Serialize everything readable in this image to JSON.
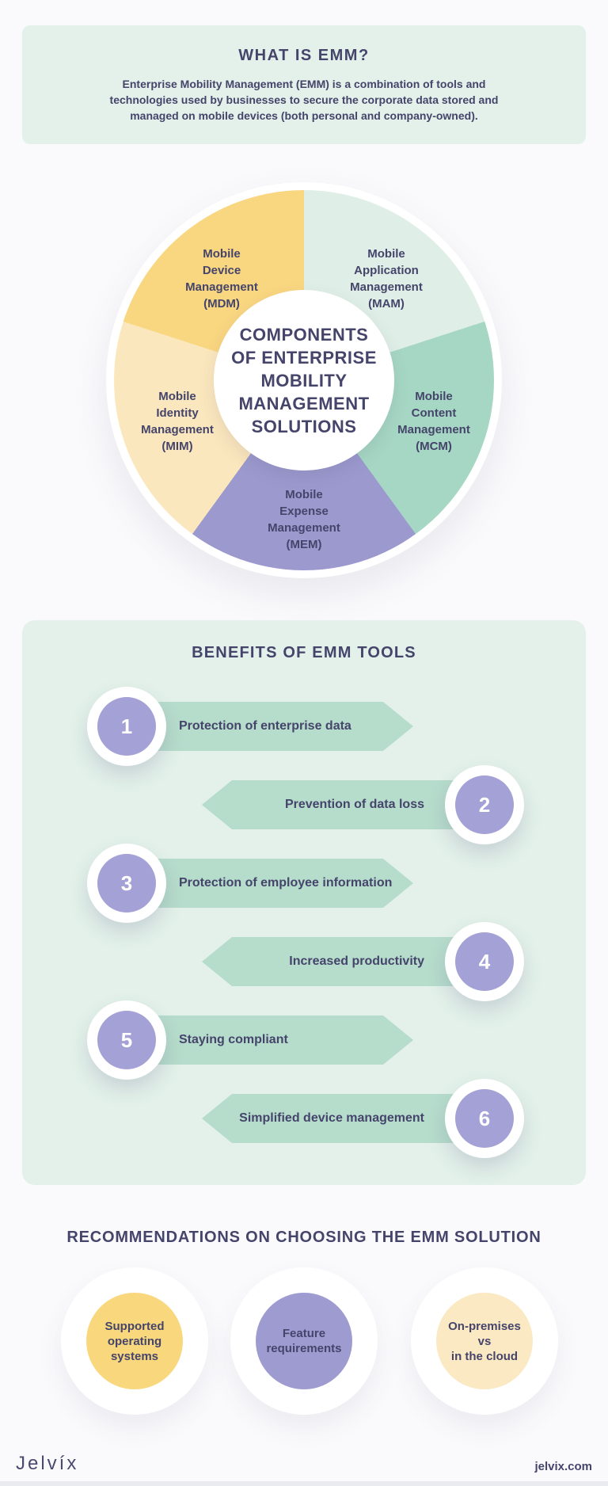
{
  "header": {
    "title": "WHAT IS EMM?",
    "description": "Enterprise Mobility Management (EMM) is a combination of tools and\ntechnologies used by businesses to secure the corporate data stored and\nmanaged on mobile devices (both personal and company-owned)."
  },
  "chart_data": {
    "type": "pie",
    "title": "COMPONENTS OF ENTERPRISE MOBILITY MANAGEMENT SOLUTIONS",
    "center_title": "COMPONENTS\nOF ENTERPRISE\nMOBILITY\nMANAGEMENT\nSOLUTIONS",
    "start_angle_deg": 0,
    "direction": "clockwise",
    "legend_position": "labels-on-segments",
    "segments": [
      {
        "label": "Mobile\nApplication\nManagement\n(MAM)",
        "value": 20,
        "color": "#DFEFE7"
      },
      {
        "label": "Mobile\nContent\nManagement\n(MCM)",
        "value": 20,
        "color": "#A6D7C4"
      },
      {
        "label": "Mobile\nExpense\nManagement\n(MEM)",
        "value": 20,
        "color": "#9C99CE"
      },
      {
        "label": "Mobile\nIdentity\nManagement\n(MIM)",
        "value": 20,
        "color": "#FBE7BD"
      },
      {
        "label": "Mobile\nDevice\nManagement\n(MDM)",
        "value": 20,
        "color": "#F9D680"
      }
    ]
  },
  "benefits": {
    "title": "BENEFITS OF EMM TOOLS",
    "items": [
      {
        "number": "1",
        "label": "Protection of enterprise data",
        "side": "left"
      },
      {
        "number": "2",
        "label": "Prevention of data loss",
        "side": "right"
      },
      {
        "number": "3",
        "label": "Protection of employee information",
        "side": "left"
      },
      {
        "number": "4",
        "label": "Increased productivity",
        "side": "right"
      },
      {
        "number": "5",
        "label": "Staying compliant",
        "side": "left"
      },
      {
        "number": "6",
        "label": "Simplified device management",
        "side": "right"
      }
    ]
  },
  "recommendations": {
    "title": "RECOMMENDATIONS ON CHOOSING THE EMM SOLUTION",
    "items": [
      {
        "label": "Supported\noperating\nsystems",
        "color": "#F9D77D"
      },
      {
        "label": "Feature\nrequirements",
        "color": "#9E9BD1"
      },
      {
        "label": "On-premises\nvs\nin the cloud",
        "color": "#FBE9C4"
      }
    ]
  },
  "footer": {
    "logo": "Jelvíx",
    "website": "jelvix.com"
  },
  "colors": {
    "page_background": "#FAFAFC",
    "card_background": "#E3F1EA",
    "arrow_band": "#B6DCCC",
    "number_circle": "#A4A1D6",
    "text_navy": "#45446A"
  }
}
